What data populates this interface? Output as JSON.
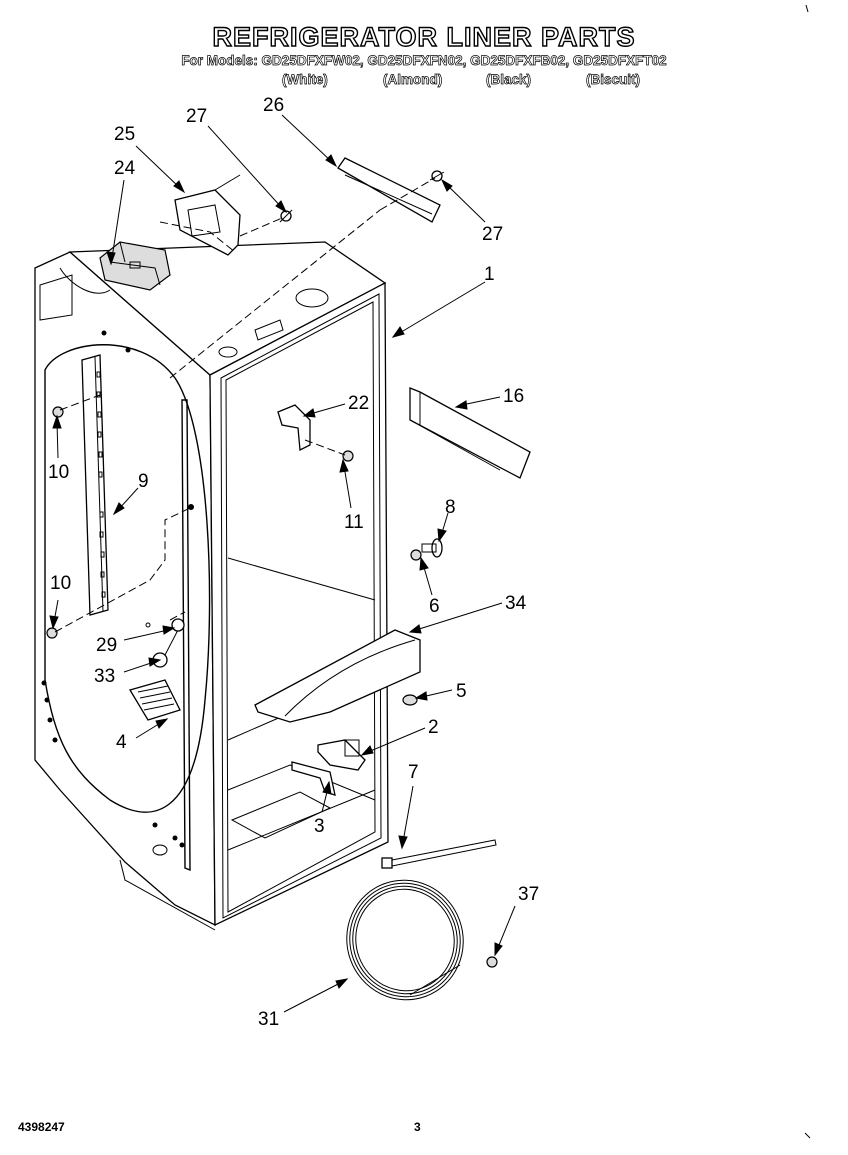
{
  "header": {
    "title": "REFRIGERATOR LINER PARTS",
    "models_line": "For Models: GD25DFXFW02, GD25DFXFN02, GD25DFXFB02, GD25DFXFT02",
    "colors": [
      "(White)",
      "(Almond)",
      "(Black)",
      "(Biscuit)"
    ]
  },
  "callouts": {
    "c26": "26",
    "c27a": "27",
    "c25": "25",
    "c24": "24",
    "c27b": "27",
    "c1": "1",
    "c16": "16",
    "c22": "22",
    "c10a": "10",
    "c9": "9",
    "c11": "11",
    "c8": "8",
    "c10b": "10",
    "c6": "6",
    "c34": "34",
    "c29": "29",
    "c33": "33",
    "c5": "5",
    "c4": "4",
    "c2": "2",
    "c3": "3",
    "c7": "7",
    "c37": "37",
    "c31": "31"
  },
  "footer": {
    "part_number": "4398247",
    "page": "3"
  }
}
